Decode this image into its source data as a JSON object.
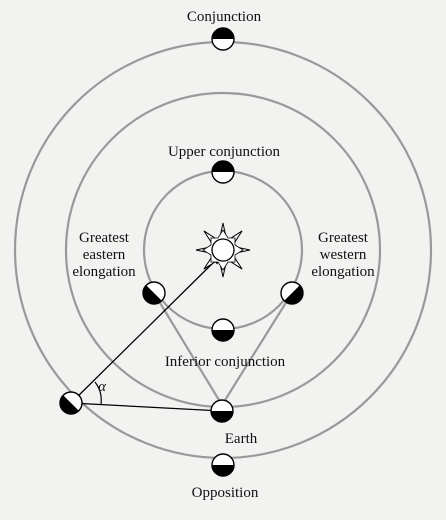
{
  "diagram": {
    "labels": {
      "conjunction": "Conjunction",
      "upper_conjunction": "Upper conjunction",
      "greatest_eastern_1": "Greatest",
      "greatest_eastern_2": "eastern",
      "greatest_eastern_3": "elongation",
      "greatest_western_1": "Greatest",
      "greatest_western_2": "western",
      "greatest_western_3": "elongation",
      "inferior_conjunction": "Inferior conjunction",
      "earth": "Earth",
      "opposition": "Opposition",
      "alpha": "α"
    },
    "colors": {
      "background": "#f2f3f1",
      "orbit": "#999999",
      "ink": "#000000"
    }
  }
}
